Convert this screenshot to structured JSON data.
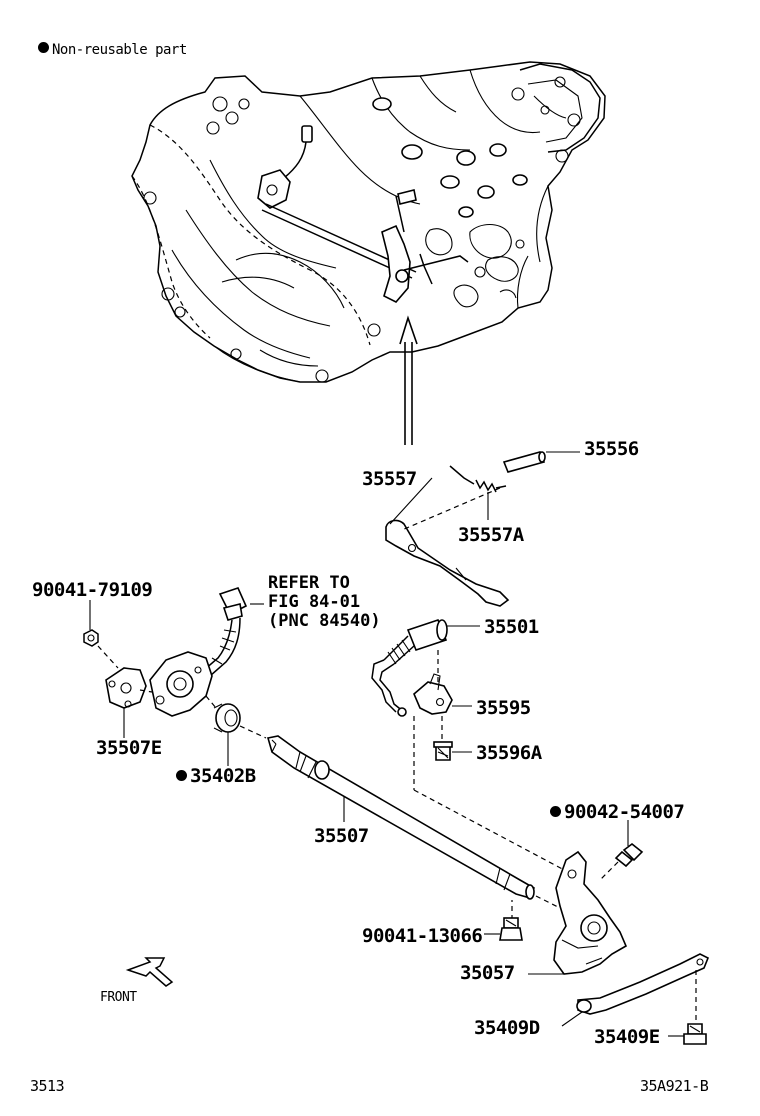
{
  "legend": {
    "text": "Non-reusable part"
  },
  "labels": {
    "p35556": "35556",
    "p35557": "35557",
    "p35557A": "35557A",
    "p90041_79109": "90041-79109",
    "p35501": "35501",
    "p35595": "35595",
    "p35596A": "35596A",
    "p35507E": "35507E",
    "p35402B": "35402B",
    "p90042_54007": "90042-54007",
    "p35507": "35507",
    "p90041_13066": "90041-13066",
    "p35057": "35057",
    "p35409D": "35409D",
    "p35409E": "35409E"
  },
  "refer": {
    "line1": "REFER TO",
    "line2": "FIG 84-01",
    "line3": "(PNC 84540)"
  },
  "front": {
    "text": "FRONT"
  },
  "footer": {
    "left": "3513",
    "right": "35A921-B"
  },
  "colors": {
    "ink": "#000000",
    "paper": "#ffffff"
  }
}
